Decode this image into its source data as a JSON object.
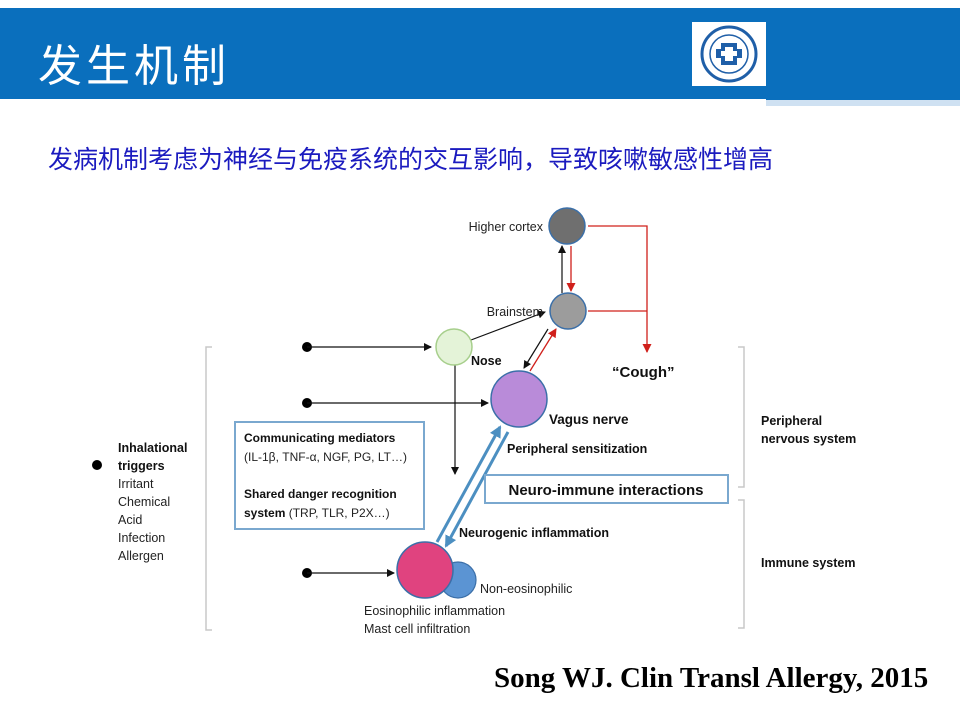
{
  "header": {
    "title": "发生机制"
  },
  "subtitle": "发病机制考虑为神经与免疫系统的交互影响，导致咳嗽敏感性增高",
  "diagram": {
    "higher_cortex": "Higher cortex",
    "brainstem": "Brainstem",
    "nose": "Nose",
    "cough": "“Cough”",
    "vagus_nerve": "Vagus nerve",
    "peripheral_sensitization": "Peripheral sensitization",
    "neuro_immune": "Neuro-immune interactions",
    "neurogenic_inflammation": "Neurogenic inflammation",
    "non_eosinophilic": "Non-eosinophilic",
    "eosinophilic_inflammation": "Eosinophilic inflammation",
    "mast_cell": "Mast cell infiltration",
    "inhalational_triggers": [
      "Inhalational",
      "triggers"
    ],
    "trigger_items": [
      "Irritant",
      "Chemical",
      "Acid",
      "Infection",
      "Allergen"
    ],
    "box": {
      "line1": "Communicating mediators",
      "line2": "(IL-1β, TNF-α, NGF, PG, LT…)",
      "line3_bold": "Shared danger recognition",
      "line4_bold": "system",
      "line4_rest": " (TRP, TLR, P2X…)"
    },
    "peripheral_nervous_system": [
      "Peripheral",
      "nervous system"
    ],
    "immune_system": "Immune system"
  },
  "citation": "Song WJ. Clin Transl Allergy, 2015",
  "colors": {
    "header_blue": "#0a6fbd",
    "subtitle_blue": "#1b1bbf",
    "cough_red": "#d0201b",
    "arrow_blue": "#4c8fc1",
    "nose_green": "#e4f3d8",
    "vagus_purple": "#b98bd9",
    "eos_pink": "#e0437f",
    "noneos_blue": "#5b94d3",
    "gray_node": "#8c8c8c"
  }
}
